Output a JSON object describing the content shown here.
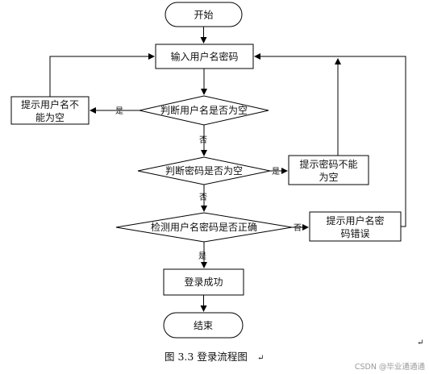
{
  "flowchart": {
    "start": "开始",
    "input": "输入用户名密码",
    "check_user_empty": "判断用户名是否为空",
    "prompt_user_empty_l1": "提示用户名不",
    "prompt_user_empty_l2": "能为空",
    "check_pwd_empty": "判断密码是否为空",
    "prompt_pwd_empty_l1": "提示密码不能",
    "prompt_pwd_empty_l2": "为空",
    "check_correct": "检测用户名密码是否正确",
    "prompt_error_l1": "提示用户名密",
    "prompt_error_l2": "码错误",
    "success": "登录成功",
    "end": "结束",
    "yes_label": "是",
    "no_label": "否"
  },
  "caption": "图 3.3  登录流程图",
  "paragraph_mark": "↵",
  "watermark": "CSDN @毕业通通通"
}
